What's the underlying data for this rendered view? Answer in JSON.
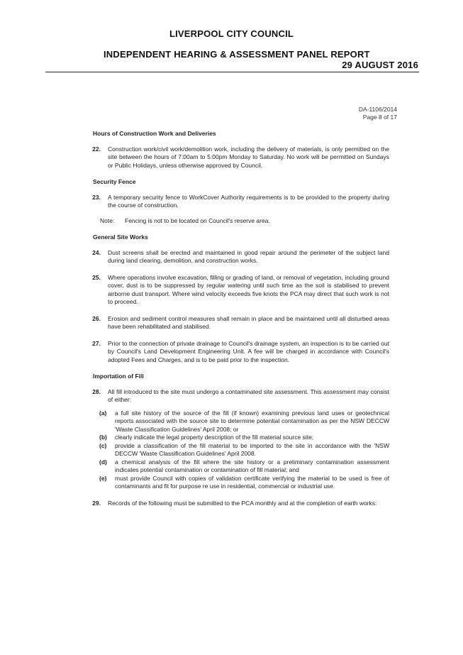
{
  "header": {
    "council": "LIVERPOOL CITY COUNCIL",
    "report": "INDEPENDENT HEARING & ASSESSMENT PANEL REPORT",
    "date": "29 AUGUST 2016"
  },
  "reference": {
    "da_number": "DA-1106/2014",
    "page": "Page 8 of 17"
  },
  "sections": {
    "hours": {
      "heading": "Hours of Construction Work and Deliveries",
      "c22": {
        "num": "22.",
        "text": "Construction work/civil work/demolition work, including the delivery of materials, is only permitted on the site between the hours of 7:00am to 5:00pm Monday to Saturday. No work will be permitted on Sundays or Public Holidays, unless otherwise approved by Council."
      }
    },
    "fence": {
      "heading": "Security Fence",
      "c23": {
        "num": "23.",
        "text": "A temporary security fence to WorkCover Authority requirements is to be provided to the property during the course of construction."
      },
      "note_label": "Note:",
      "note_text": "Fencing is not to be located on Council's reserve area."
    },
    "general": {
      "heading": "General Site Works",
      "c24": {
        "num": "24.",
        "text": "Dust screens shall be erected and maintained in good repair around the perimeter of the subject land during land clearing, demolition, and construction works."
      },
      "c25": {
        "num": "25.",
        "text": "Where operations involve excavation, filling or grading of land, or removal of vegetation, including ground cover, dust is to be suppressed by regular watering until such time as the soil is stabilised to prevent airborne dust transport. Where wind velocity exceeds five knots the PCA may direct that such work is not to proceed."
      },
      "c26": {
        "num": "26.",
        "text": "Erosion and sediment control measures shall remain in place and be maintained until all disturbed areas have been rehabilitated and stabilised."
      },
      "c27": {
        "num": "27.",
        "text": "Prior to the connection of private drainage to Council's drainage system, an inspection is to be carried out by Council's Land Development Engineering Unit. A fee will be charged in accordance with Council's adopted Fees and Charges, and is to be paid prior to the inspection."
      }
    },
    "fill": {
      "heading": "Importation of Fill",
      "c28": {
        "num": "28.",
        "text": "All fill introduced to the site must undergo a contaminated site assessment. This assessment may consist of either:"
      },
      "items": [
        {
          "label": "(a)",
          "text": "a full site history of the source of the fill (if known) examining previous land uses or geotechnical reports associated with the source site to determine potential contamination as per the NSW DECCW 'Waste Classification Guidelines' April 2008; or"
        },
        {
          "label": "(b)",
          "text": "clearly indicate the legal property description of the fill material source site;"
        },
        {
          "label": "(c)",
          "text": "provide a classification of the fill material to be imported to the site in accordance with the 'NSW DECCW 'Waste Classification Guidelines' April 2008."
        },
        {
          "label": "(d)",
          "text": "a chemical analysis of the fill where the site history or a preliminary contamination assessment indicates potential contamination or contamination of fill material; and"
        },
        {
          "label": "(e)",
          "text": "must provide Council with copies of validation certificate verifying the material to be used is free of contaminants and fit for purpose re use in residential, commercial or industrial use."
        }
      ],
      "c29": {
        "num": "29.",
        "text": "Records of the following must be submitted to the PCA monthly and at the completion of earth works:"
      }
    }
  }
}
